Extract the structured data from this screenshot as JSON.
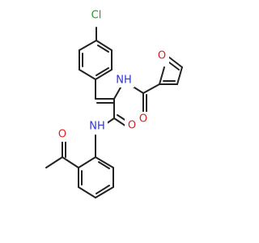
{
  "molecule": {
    "atoms": {
      "chlorine": {
        "label": "Cl",
        "color": "#1e9e1e"
      },
      "furan_oxygen": {
        "label": "O",
        "color": "#e02020"
      },
      "amide_nh_upper": {
        "label": "NH",
        "color": "#2f35d8"
      },
      "amide_carbonyl_o_upper": {
        "label": "O",
        "color": "#e02020"
      },
      "amide_nh_lower": {
        "label": "NH",
        "color": "#2f35d8"
      },
      "amide_carbonyl_o_lower": {
        "label": "O",
        "color": "#e02020"
      },
      "acetyl_o": {
        "label": "O",
        "color": "#e02020"
      }
    },
    "bond_color": "#222222"
  }
}
